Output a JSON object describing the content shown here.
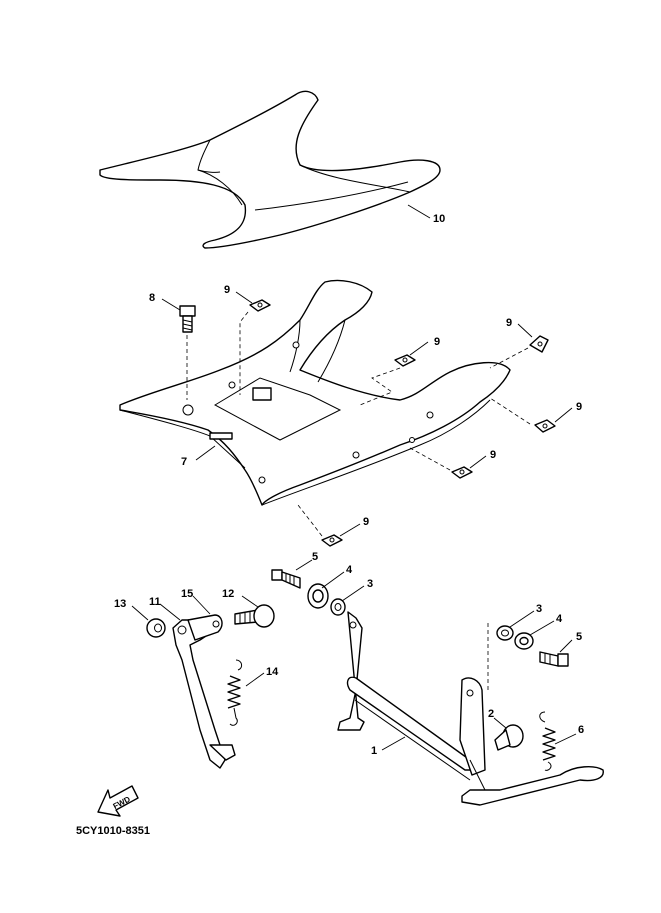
{
  "diagram": {
    "part_code": "5CY1010-8351",
    "fwd_label": "FWD",
    "callouts": {
      "c1": "1",
      "c2": "2",
      "c3a": "3",
      "c3b": "3",
      "c4a": "4",
      "c4b": "4",
      "c5a": "5",
      "c5b": "5",
      "c6": "6",
      "c7": "7",
      "c8": "8",
      "c9a": "9",
      "c9b": "9",
      "c9c": "9",
      "c9d": "9",
      "c9e": "9",
      "c9f": "9",
      "c10": "10",
      "c11": "11",
      "c12": "12",
      "c13": "13",
      "c14": "14",
      "c15": "15"
    }
  }
}
